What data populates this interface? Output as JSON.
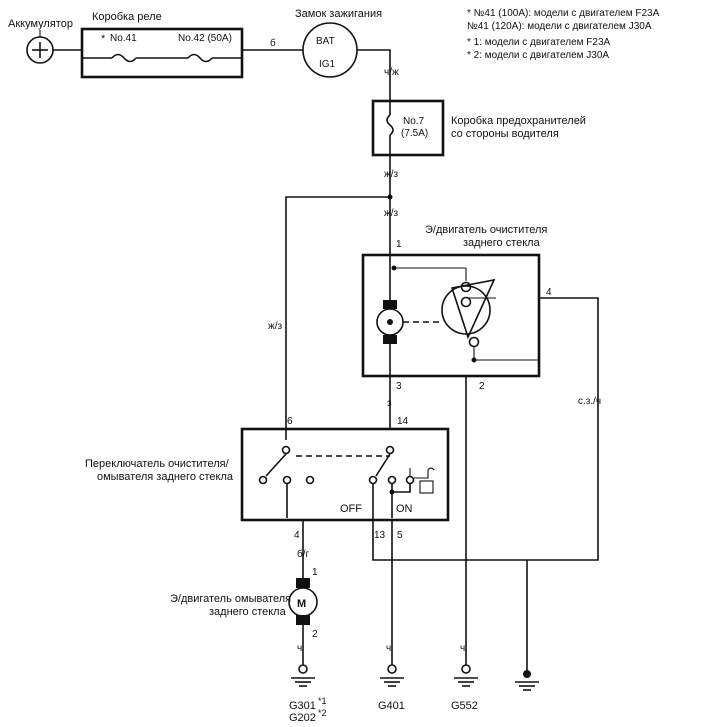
{
  "labels": {
    "battery": "Аккумулятор",
    "relay_box": "Коробка реле",
    "ignition": "Замок зажигания",
    "fuse41": "No.41",
    "fuse42": "No.42 (50A)",
    "bat": "BAT",
    "ig1": "IG1",
    "fuse7_a": "No.7",
    "fuse7_b": "(7.5A)",
    "fusebox_a": "Коробка предохранителей",
    "fusebox_b": "со стороны водителя",
    "wiper_a": "Э/двигатель очистителя",
    "wiper_b": "заднего стекла",
    "switch_a": "Переключатель очистителя/",
    "switch_b": "омывателя заднего стекла",
    "off": "OFF",
    "on": "ON",
    "washer_a": "Э/двигатель омывателя",
    "washer_b": "заднего стекла",
    "motor_m": "M",
    "asterisk": "*"
  },
  "notes": [
    "* №41 (100A): модели с двигателем F23A",
    "  №41 (120A): модели с двигателем J30A",
    "* 1: модели с двигателем F23A",
    "* 2: модели с двигателем J30A"
  ],
  "wires": {
    "b": "б",
    "ch_zh": "ч/ж",
    "zh_z_1": "ж/з",
    "zh_z_2": "ж/з",
    "zh_z_3": "ж/з",
    "z": "з",
    "sz_ch": "с.з./ч",
    "b_g": "б/г",
    "ch_1": "ч",
    "ch_2": "ч",
    "ch_3": "ч"
  },
  "pins": {
    "p1": "1",
    "p2": "2",
    "p3": "3",
    "p4": "4",
    "p6": "6",
    "p14": "14",
    "p4b": "4",
    "p13": "13",
    "p5": "5",
    "wm1": "1",
    "wm2": "2"
  },
  "grounds": {
    "g301": "G301",
    "g301_sup": "*1",
    "g202": "G202",
    "g202_sup": "*2",
    "g401": "G401",
    "g552": "G552"
  }
}
